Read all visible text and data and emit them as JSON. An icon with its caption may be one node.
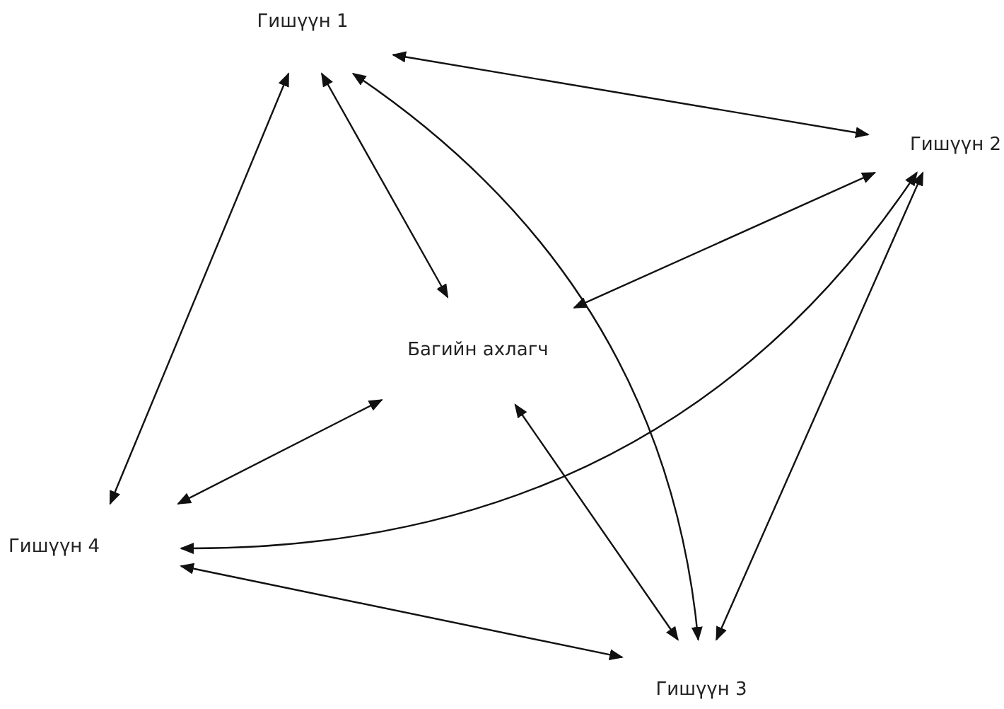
{
  "diagram": {
    "nodes": [
      {
        "text": [
          "Гишүүн 1"
        ]
      },
      {
        "text": [
          "Гишүүн 2"
        ]
      },
      {
        "text": [
          "Багийн ахлагч"
        ]
      },
      {
        "text": [
          "Гишүүн 4"
        ]
      },
      {
        "text": [
          "Гишүүн 3"
        ]
      }
    ],
    "edges": [
      {
        "from": 0,
        "to": 1,
        "arrow": "both"
      },
      {
        "from": 0,
        "to": 3,
        "arrow": "both"
      },
      {
        "from": 0,
        "to": 2,
        "arrow": "both"
      },
      {
        "from": 0,
        "to": 4,
        "arrow": "both"
      },
      {
        "from": 1,
        "to": 2,
        "arrow": "both"
      },
      {
        "from": 1,
        "to": 3,
        "arrow": "both"
      },
      {
        "from": 1,
        "to": 4,
        "arrow": "both"
      },
      {
        "from": 2,
        "to": 3,
        "arrow": "both"
      },
      {
        "from": 2,
        "to": 4,
        "arrow": "both"
      },
      {
        "from": 3,
        "to": 4,
        "arrow": "both"
      }
    ]
  }
}
